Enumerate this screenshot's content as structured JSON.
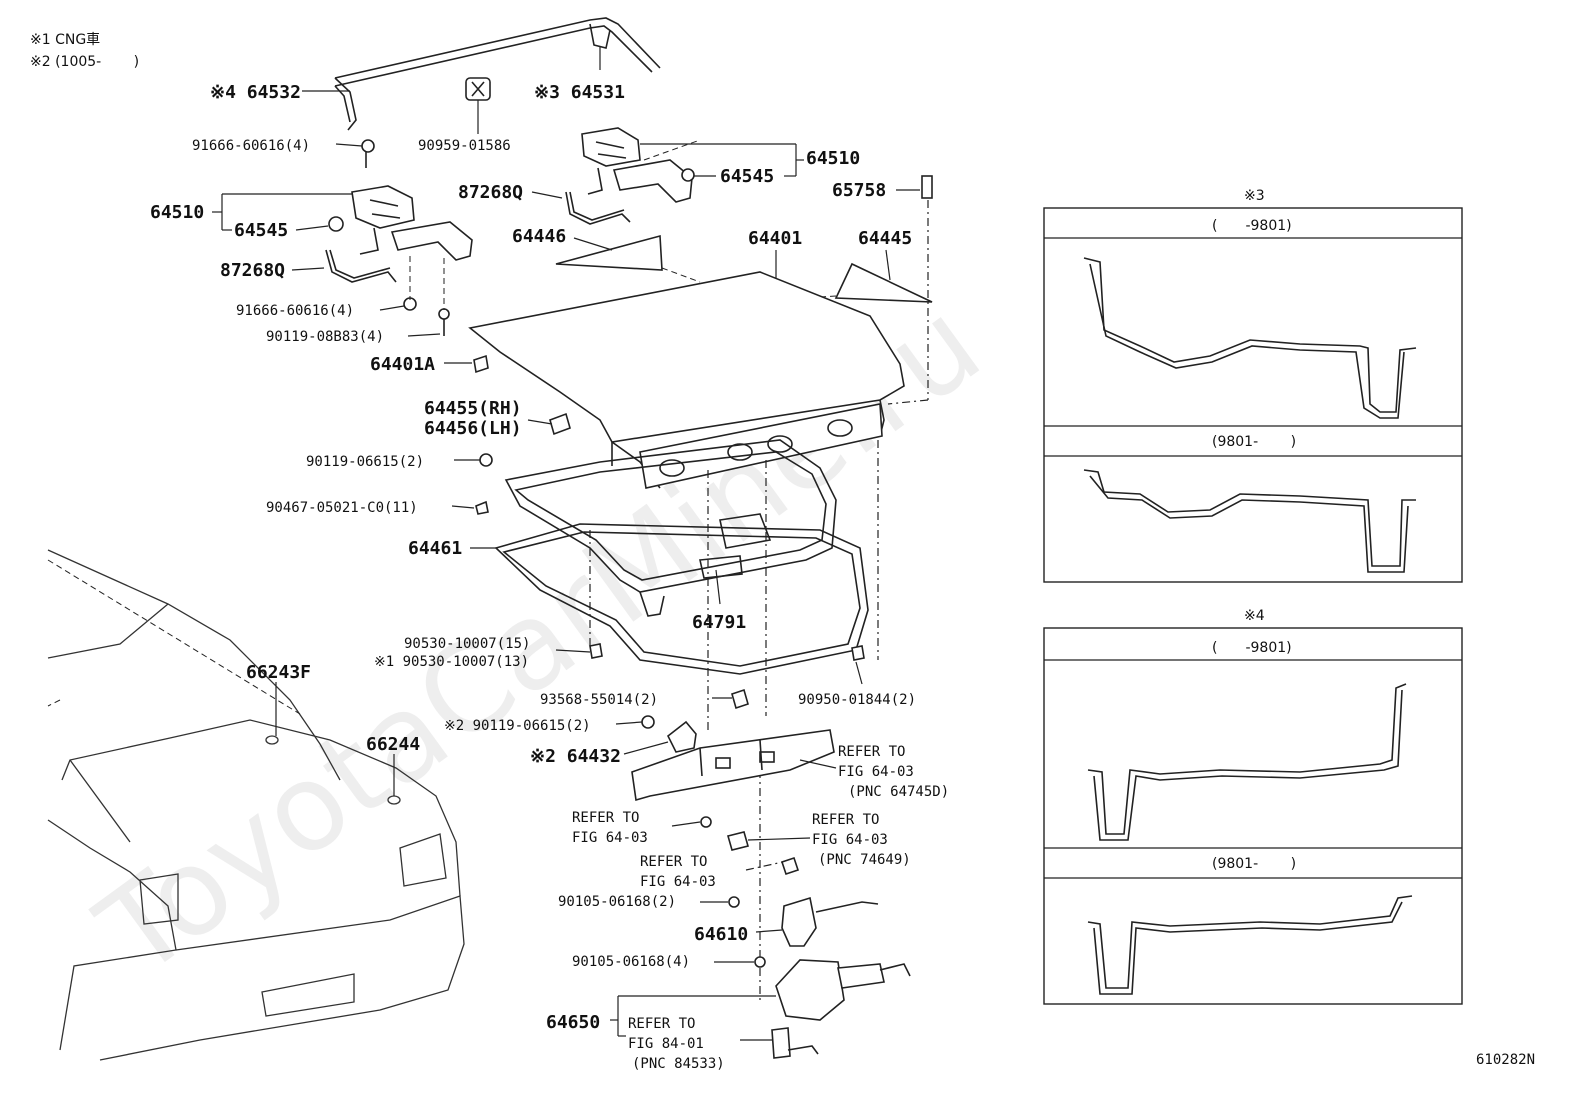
{
  "notes": {
    "note1": "※1 CNG車",
    "note2": "※2 (1005-　　 )"
  },
  "watermark": "ToyotaCarMine.ru",
  "figure_code": "610282N",
  "labels": {
    "p64532": "※4 64532",
    "p64531": "※3 64531",
    "p91666a": "91666-60616(4)",
    "p90959": "90959-01586",
    "p64510a": "64510",
    "p64545a": "64545",
    "p87268a": "87268Q",
    "p91666b": "91666-60616(4)",
    "p90119a": "90119-08B83(4)",
    "p64401A": "64401A",
    "p64510b": "64510",
    "p64545b": "64545",
    "p87268b": "87268Q",
    "p65758": "65758",
    "p64446": "64446",
    "p64401": "64401",
    "p64445": "64445",
    "p64455": "64455(RH)",
    "p64456": "64456(LH)",
    "p90119b": "90119-06615(2)",
    "p90467": "90467-05021-C0(11)",
    "p64461": "64461",
    "p64791": "64791",
    "p90530a": "90530-10007(15)",
    "p90530b": "※1 90530-10007(13)",
    "p93568": "93568-55014(2)",
    "p90950": "90950-01844(2)",
    "p90119c": "※2 90119-06615(2)",
    "p64432": "※2 64432",
    "p66243F": "66243F",
    "p66244": "66244",
    "ref1_l1": "REFER TO",
    "ref1_l2": "FIG 64-03",
    "ref1_l3": "(PNC 64745D)",
    "ref2_l1": "REFER TO",
    "ref2_l2": "FIG 64-03",
    "ref3_l1": "REFER TO",
    "ref3_l2": "FIG 64-03",
    "ref3_l3": "(PNC 74649)",
    "ref4_l1": "REFER TO",
    "ref4_l2": "FIG 64-03",
    "p90105a": "90105-06168(2)",
    "p64610": "64610",
    "p90105b": "90105-06168(4)",
    "p64650": "64650",
    "ref5_l1": "REFER TO",
    "ref5_l2": "FIG 84-01",
    "ref5_l3": "(PNC 84533)"
  },
  "inset3": {
    "title": "※3",
    "row1": "(　　-9801)",
    "row2": "(9801-　　 )"
  },
  "inset4": {
    "title": "※4",
    "row1": "(　　-9801)",
    "row2": "(9801-　　 )"
  }
}
